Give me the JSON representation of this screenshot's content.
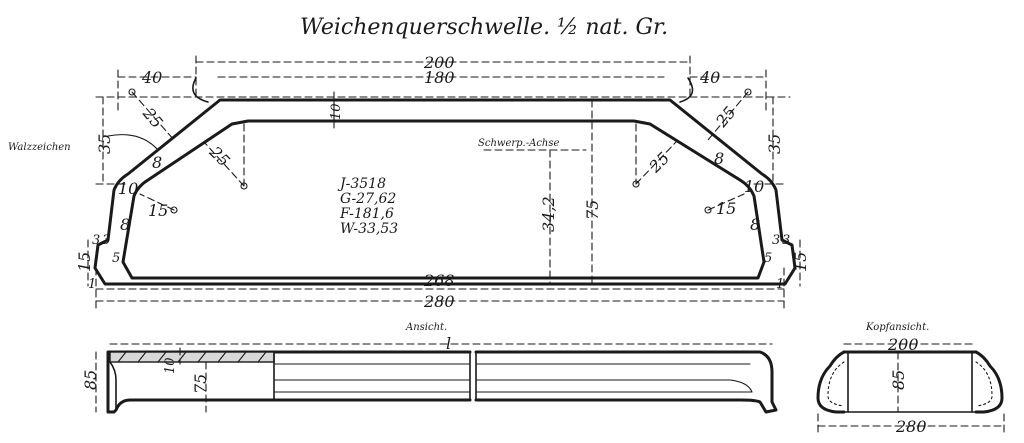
{
  "title": "Weichenquerschwelle. ½ nat. Gr.",
  "labels": {
    "walzzeichen": "Walzzeichen",
    "schwerpunktachse": "Schwerp.-Achse",
    "ansicht": "Ansicht.",
    "kopfansicht": "Kopfansicht."
  },
  "properties": [
    "J-3518",
    "G-27,62",
    "F-181,6",
    "W-33,53"
  ],
  "dimensions": {
    "top_200": "200",
    "top_180": "180",
    "left_40": "40",
    "right_40": "40",
    "web_10": "10",
    "r25_left_top": "25",
    "r25_left_inner": "25",
    "r25_right_inner": "25",
    "r25_right_top": "25",
    "left_35": "35",
    "right_35": "35",
    "left_8_diag": "8",
    "right_8_diag": "8",
    "left_10_corner": "10",
    "right_10_corner": "10",
    "left_15_r": "15",
    "right_15_r": "15",
    "left_8_vert": "8",
    "right_8_vert": "8",
    "left_3_a": "3",
    "left_3_b": "3",
    "right_3_a": "3",
    "right_3_b": "3",
    "left_5": "5",
    "right_5": "5",
    "left_15": "15",
    "right_15": "15",
    "left_1": "1",
    "right_1": "1",
    "h_75": "75",
    "h_34_2": "34,2",
    "bottom_268": "268",
    "bottom_280": "280",
    "ansicht_length": "l",
    "ansicht_85": "85",
    "ansicht_10": "10",
    "ansicht_75": "75",
    "kopf_200": "200",
    "kopf_85": "85",
    "kopf_280": "280"
  }
}
